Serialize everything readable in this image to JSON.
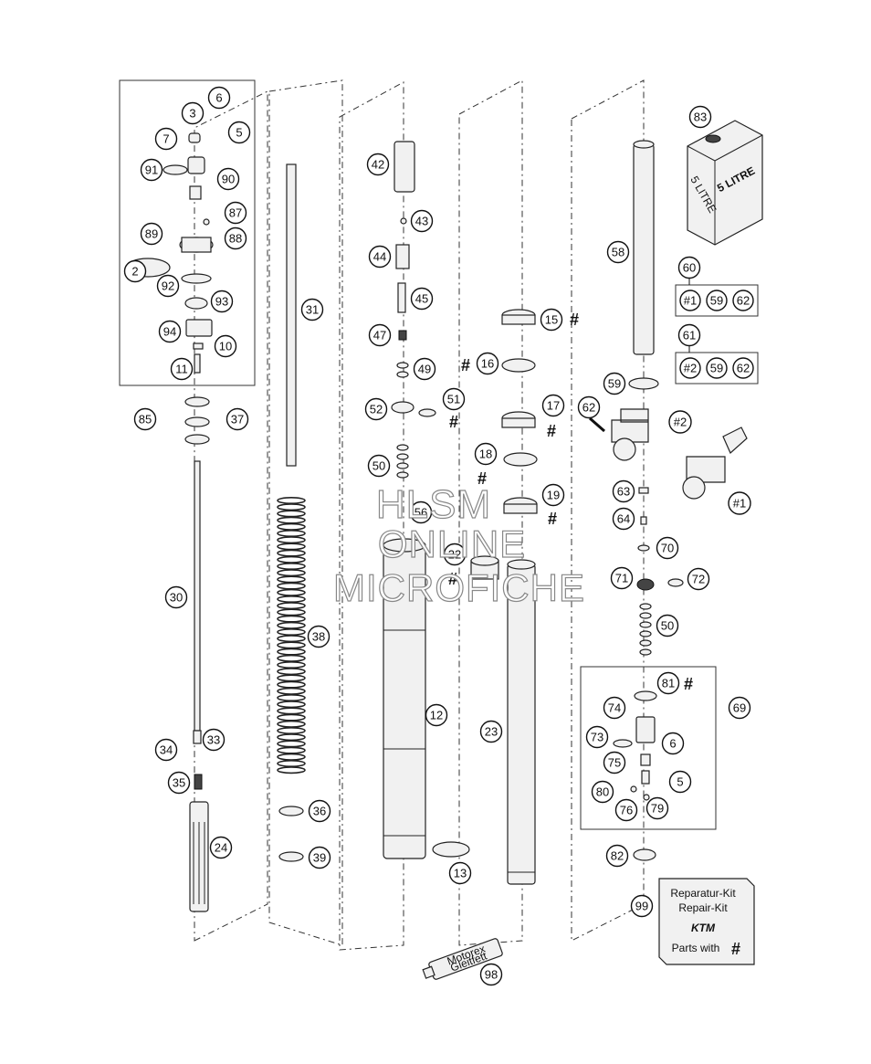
{
  "watermark": {
    "line1": "HLSM",
    "line2": "ONLINE",
    "line3": "MICROFICHE"
  },
  "callouts": {
    "c2": "2",
    "c3": "3",
    "c5": "5",
    "c6": "6",
    "c7": "7",
    "c10": "10",
    "c11": "11",
    "c12": "12",
    "c13": "13",
    "c15": "15",
    "c16": "16",
    "c17": "17",
    "c18": "18",
    "c19": "19",
    "c22": "22",
    "c23": "23",
    "c24": "24",
    "c30": "30",
    "c31": "31",
    "c33": "33",
    "c34": "34",
    "c35": "35",
    "c36": "36",
    "c37": "37",
    "c38": "38",
    "c39": "39",
    "c42": "42",
    "c43": "43",
    "c44": "44",
    "c45": "45",
    "c47": "47",
    "c49": "49",
    "c50": "50",
    "c51": "51",
    "c52": "52",
    "c56": "56",
    "c58": "58",
    "c59": "59",
    "c60": "60",
    "c61": "61",
    "c62": "62",
    "c63": "63",
    "c64": "64",
    "c69": "69",
    "c70": "70",
    "c71": "71",
    "c72": "72",
    "c73": "73",
    "c74": "74",
    "c75": "75",
    "c76": "76",
    "c79": "79",
    "c80": "80",
    "c81": "81",
    "c82": "82",
    "c83": "83",
    "c85": "85",
    "c87": "87",
    "c88": "88",
    "c89": "89",
    "c90": "90",
    "c91": "91",
    "c92": "92",
    "c93": "93",
    "c94": "94",
    "c98": "98",
    "c99": "99"
  },
  "kit_boxes": {
    "k60": [
      "#1",
      "59",
      "62"
    ],
    "k61": [
      "#2",
      "59",
      "62"
    ]
  },
  "clamp_labels": {
    "a": "#2",
    "b": "#1"
  },
  "hash_mark": "#",
  "canister": {
    "front": "5 LITRE",
    "side": "5 LITRE"
  },
  "tube": {
    "brand": "Motorex",
    "line2": "Gleitfett"
  },
  "repair_kit": {
    "line1": "Reparatur-Kit",
    "line2": "Repair-Kit",
    "brand": "KTM",
    "footer": "Parts with",
    "footer_hash": "#"
  }
}
